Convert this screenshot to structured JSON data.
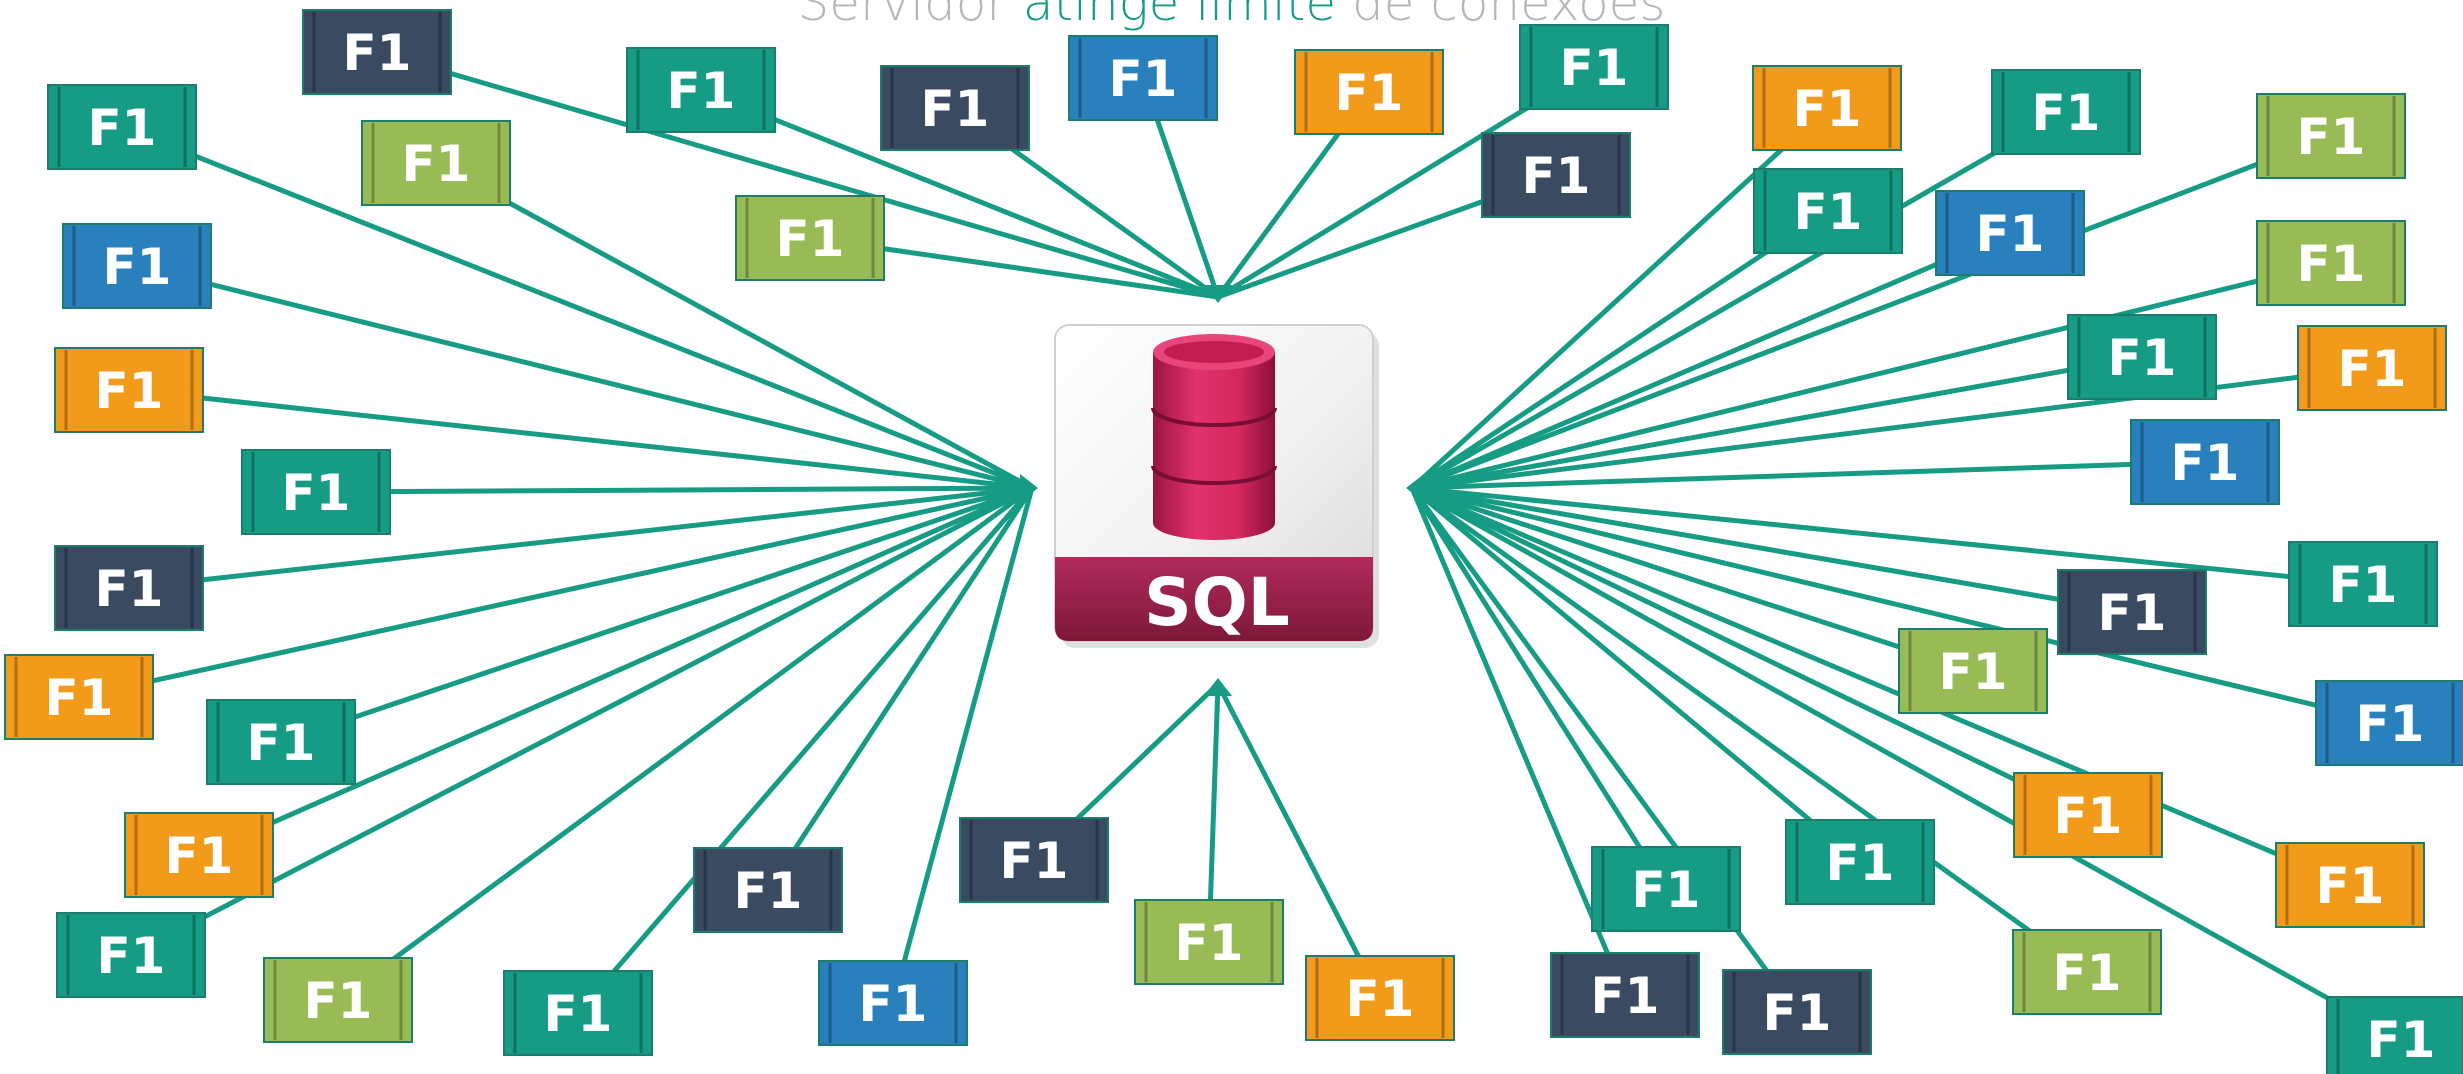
{
  "title": {
    "before": "Servidor ",
    "highlight": "atinge limite",
    "after": " de conexões"
  },
  "server": {
    "label": "SQL",
    "icon": "database-cylinder-icon",
    "colors": {
      "band": "#9e1f4d",
      "cylinder": "#d4285e",
      "box": "#f2f2f2"
    }
  },
  "line_color": "#169b84",
  "node_colors": {
    "green": "#169b84",
    "orange": "#f29a19",
    "lime": "#98bb55",
    "blue": "#2a7fbd",
    "navy": "#3a4a61"
  },
  "clients": [
    {
      "label": "F1",
      "color": "navy"
    },
    {
      "label": "F1",
      "color": "green"
    },
    {
      "label": "F1",
      "color": "lime"
    },
    {
      "label": "F1",
      "color": "blue"
    },
    {
      "label": "F1",
      "color": "orange"
    },
    {
      "label": "F1",
      "color": "green"
    },
    {
      "label": "F1",
      "color": "lime"
    },
    {
      "label": "F1",
      "color": "navy"
    },
    {
      "label": "F1",
      "color": "blue"
    },
    {
      "label": "F1",
      "color": "orange"
    },
    {
      "label": "F1",
      "color": "green"
    },
    {
      "label": "F1",
      "color": "navy"
    },
    {
      "label": "F1",
      "color": "green"
    },
    {
      "label": "F1",
      "color": "navy"
    },
    {
      "label": "F1",
      "color": "orange"
    },
    {
      "label": "F1",
      "color": "green"
    },
    {
      "label": "F1",
      "color": "orange"
    },
    {
      "label": "F1",
      "color": "green"
    },
    {
      "label": "F1",
      "color": "lime"
    },
    {
      "label": "F1",
      "color": "navy"
    },
    {
      "label": "F1",
      "color": "green"
    },
    {
      "label": "F1",
      "color": "blue"
    },
    {
      "label": "F1",
      "color": "navy"
    },
    {
      "label": "F1",
      "color": "lime"
    },
    {
      "label": "F1",
      "color": "orange"
    },
    {
      "label": "F1",
      "color": "green"
    },
    {
      "label": "F1",
      "color": "navy"
    },
    {
      "label": "F1",
      "color": "orange"
    },
    {
      "label": "F1",
      "color": "green"
    },
    {
      "label": "F1",
      "color": "lime"
    },
    {
      "label": "F1",
      "color": "green"
    },
    {
      "label": "F1",
      "color": "blue"
    },
    {
      "label": "F1",
      "color": "lime"
    },
    {
      "label": "F1",
      "color": "green"
    },
    {
      "label": "F1",
      "color": "orange"
    },
    {
      "label": "F1",
      "color": "blue"
    },
    {
      "label": "F1",
      "color": "green"
    },
    {
      "label": "F1",
      "color": "navy"
    },
    {
      "label": "F1",
      "color": "lime"
    },
    {
      "label": "F1",
      "color": "blue"
    },
    {
      "label": "F1",
      "color": "orange"
    },
    {
      "label": "F1",
      "color": "green"
    },
    {
      "label": "F1",
      "color": "orange"
    },
    {
      "label": "F1",
      "color": "lime"
    },
    {
      "label": "F1",
      "color": "navy"
    },
    {
      "label": "F1",
      "color": "green"
    },
    {
      "label": "F1",
      "color": "orange"
    },
    {
      "label": "F1",
      "color": "navy"
    },
    {
      "label": "F1",
      "color": "green"
    }
  ]
}
